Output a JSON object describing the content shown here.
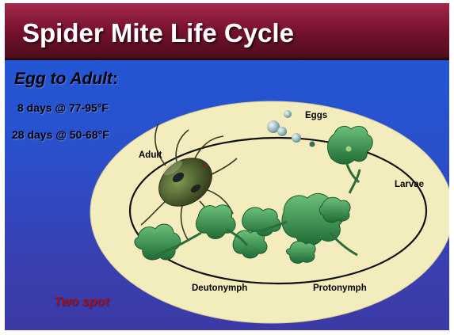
{
  "slide": {
    "title": "Spider Mite Life Cycle",
    "subtitle": "Egg to Adult",
    "subtitle_suffix": ":",
    "durations": [
      "8 days @ 77-95°F",
      "28 days @ 50-68°F"
    ],
    "stages": {
      "eggs": "Eggs",
      "adult": "Adult",
      "larvae": "Larvae",
      "deutonymph": "Deutonymph",
      "protonymph": "Protonymph"
    },
    "species": "Two spot"
  },
  "colors": {
    "title_bar": "#7a1230",
    "background": "#2a50cc",
    "ellipse_fill": "#f3ecbd",
    "cycle_line": "#111111",
    "leaf_green": "#2f8a4a",
    "species_text": "#a1101c"
  }
}
